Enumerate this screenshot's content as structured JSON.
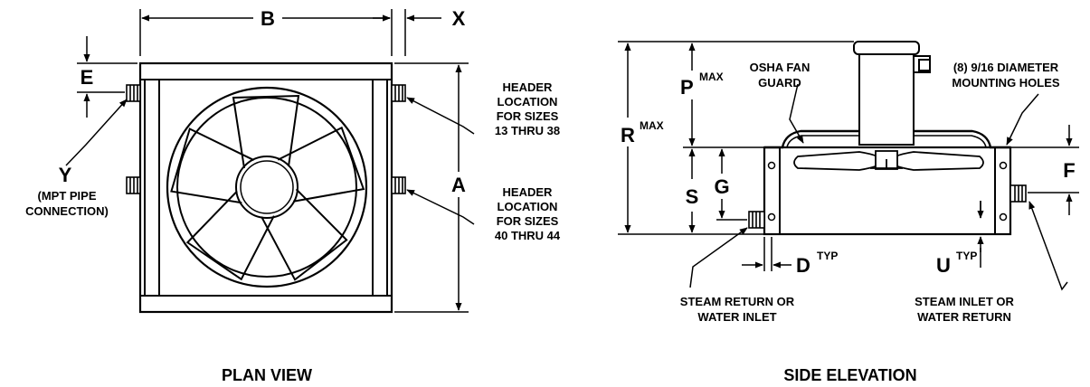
{
  "plan_view": {
    "title": "PLAN VIEW",
    "dims": {
      "A": "A",
      "B": "B",
      "E": "E",
      "X": "X",
      "Y": "Y"
    },
    "y_note": [
      "(MPT PIPE",
      "CONNECTION)"
    ],
    "header_upper": [
      "HEADER",
      "LOCATION",
      "FOR SIZES",
      "13 THRU 38"
    ],
    "header_lower": [
      "HEADER",
      "LOCATION",
      "FOR SIZES",
      "40 THRU 44"
    ]
  },
  "side_elevation": {
    "title": "SIDE ELEVATION",
    "dims": {
      "P": "P",
      "R": "R",
      "S": "S",
      "G": "G",
      "F": "F",
      "D": "D",
      "U": "U"
    },
    "sup": {
      "max": "MAX",
      "typ": "TYP"
    },
    "fan_guard": [
      "OSHA FAN",
      "GUARD"
    ],
    "mounting": [
      "(8) 9/16 DIAMETER",
      "MOUNTING HOLES"
    ],
    "return_note": [
      "STEAM RETURN OR",
      "WATER INLET"
    ],
    "inlet_note": [
      "STEAM INLET OR",
      "WATER RETURN"
    ]
  },
  "icons": {
    "arrow": "arrowhead-icon",
    "fan": "fan-blade-icon"
  }
}
